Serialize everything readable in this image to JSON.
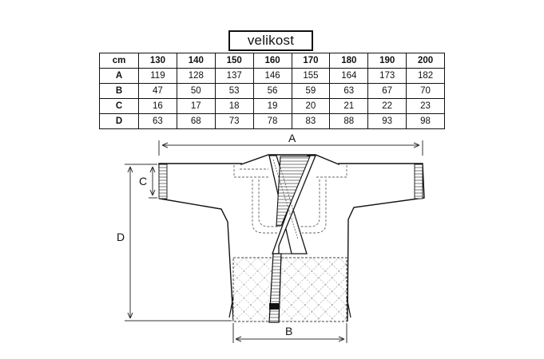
{
  "title": "velikost",
  "table": {
    "corner": "cm",
    "sizes": [
      "130",
      "140",
      "150",
      "160",
      "170",
      "180",
      "190",
      "200"
    ],
    "rows": [
      {
        "label": "A",
        "values": [
          "119",
          "128",
          "137",
          "146",
          "155",
          "164",
          "173",
          "182"
        ]
      },
      {
        "label": "B",
        "values": [
          "47",
          "50",
          "53",
          "56",
          "59",
          "63",
          "67",
          "70"
        ]
      },
      {
        "label": "C",
        "values": [
          "16",
          "17",
          "18",
          "19",
          "20",
          "21",
          "22",
          "23"
        ]
      },
      {
        "label": "D",
        "values": [
          "63",
          "68",
          "73",
          "78",
          "83",
          "88",
          "93",
          "98"
        ]
      }
    ]
  },
  "dimensions": {
    "a": "A",
    "b": "B",
    "c": "C",
    "d": "D"
  }
}
